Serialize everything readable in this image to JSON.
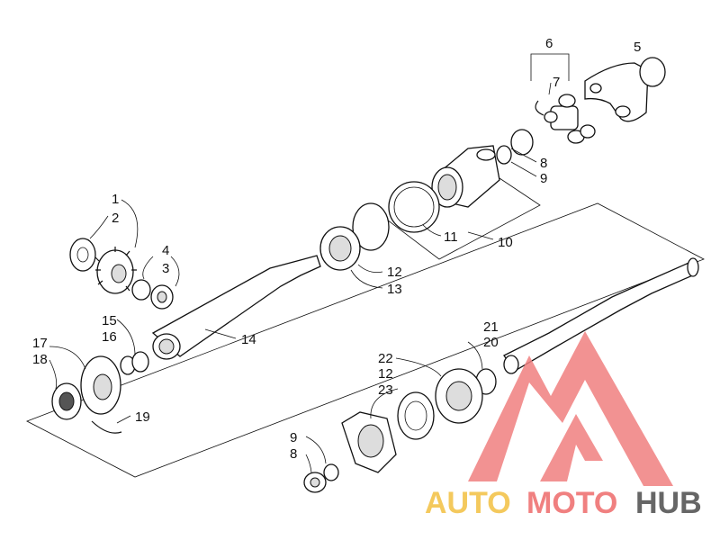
{
  "diagram": {
    "callouts": [
      "1",
      "2",
      "3",
      "4",
      "5",
      "6",
      "7",
      "8",
      "9",
      "10",
      "11",
      "12",
      "13",
      "14",
      "15",
      "16",
      "17",
      "18",
      "19",
      "20",
      "21",
      "22",
      "12",
      "23",
      "9",
      "8"
    ]
  },
  "watermark": {
    "part1": "AUTO",
    "part2": "MOTO",
    "part3": "HUB",
    "colors": {
      "yellow": "#f4c95d",
      "red": "#f08080",
      "grey": "#666666"
    }
  }
}
